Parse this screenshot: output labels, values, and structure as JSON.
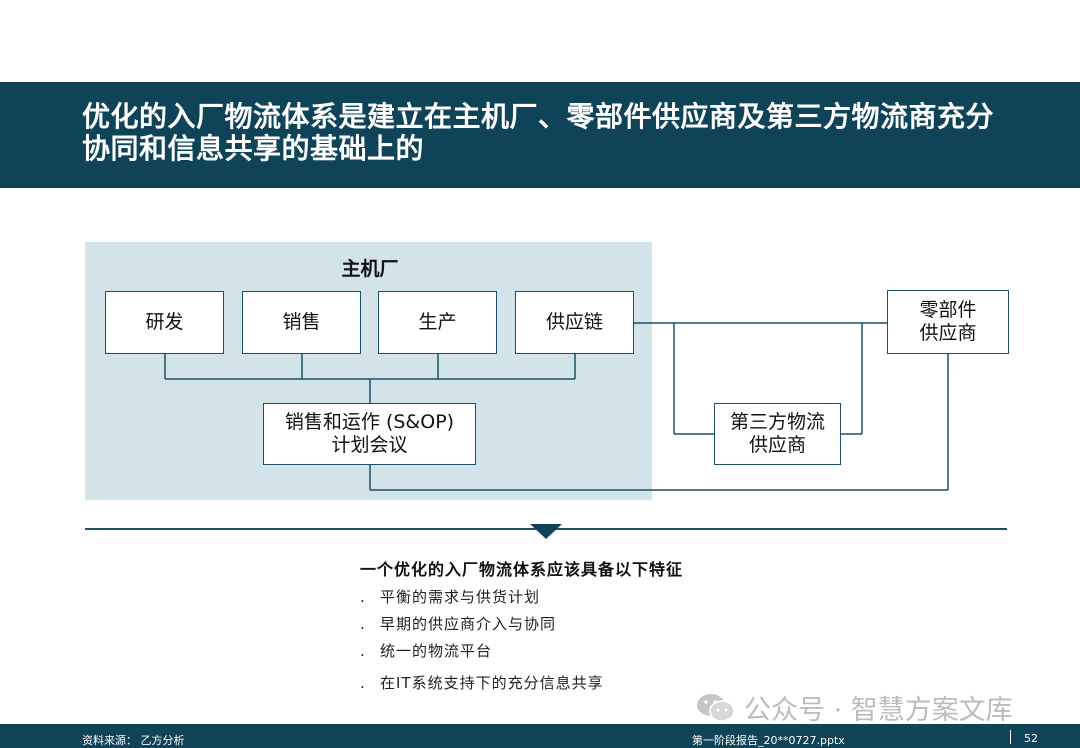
{
  "slide": {
    "title": "优化的入厂物流体系是建立在主机厂、零部件供应商及第三方物流商充分协同和信息共享的基础上的"
  },
  "diagram": {
    "panel_label": "主机厂",
    "boxes": {
      "rnd": "研发",
      "sales": "销售",
      "production": "生产",
      "supply_chain": "供应链",
      "sop": "销售和运作 (S&OP)\n计划会议",
      "third_party": "第三方物流\n供应商",
      "parts_supplier": "零部件\n供应商"
    }
  },
  "features": {
    "heading": "一个优化的入厂物流体系应该具备以下特征",
    "bullet": ".",
    "items": [
      "平衡的需求与供货计划",
      "早期的供应商介入与协同",
      "统一的物流平台",
      "在IT系统支持下的充分信息共享"
    ]
  },
  "footer": {
    "source": "资料来源：  乙方分析",
    "file": "第一阶段报告_20**0727.pptx",
    "page": "52"
  },
  "watermark": {
    "text": "公众号 · 智慧方案文库",
    "icon": "wechat-icon"
  },
  "colors": {
    "brand_dark": "#0f4458",
    "panel_bg": "#d2e3ea",
    "line": "#1d4f66"
  }
}
